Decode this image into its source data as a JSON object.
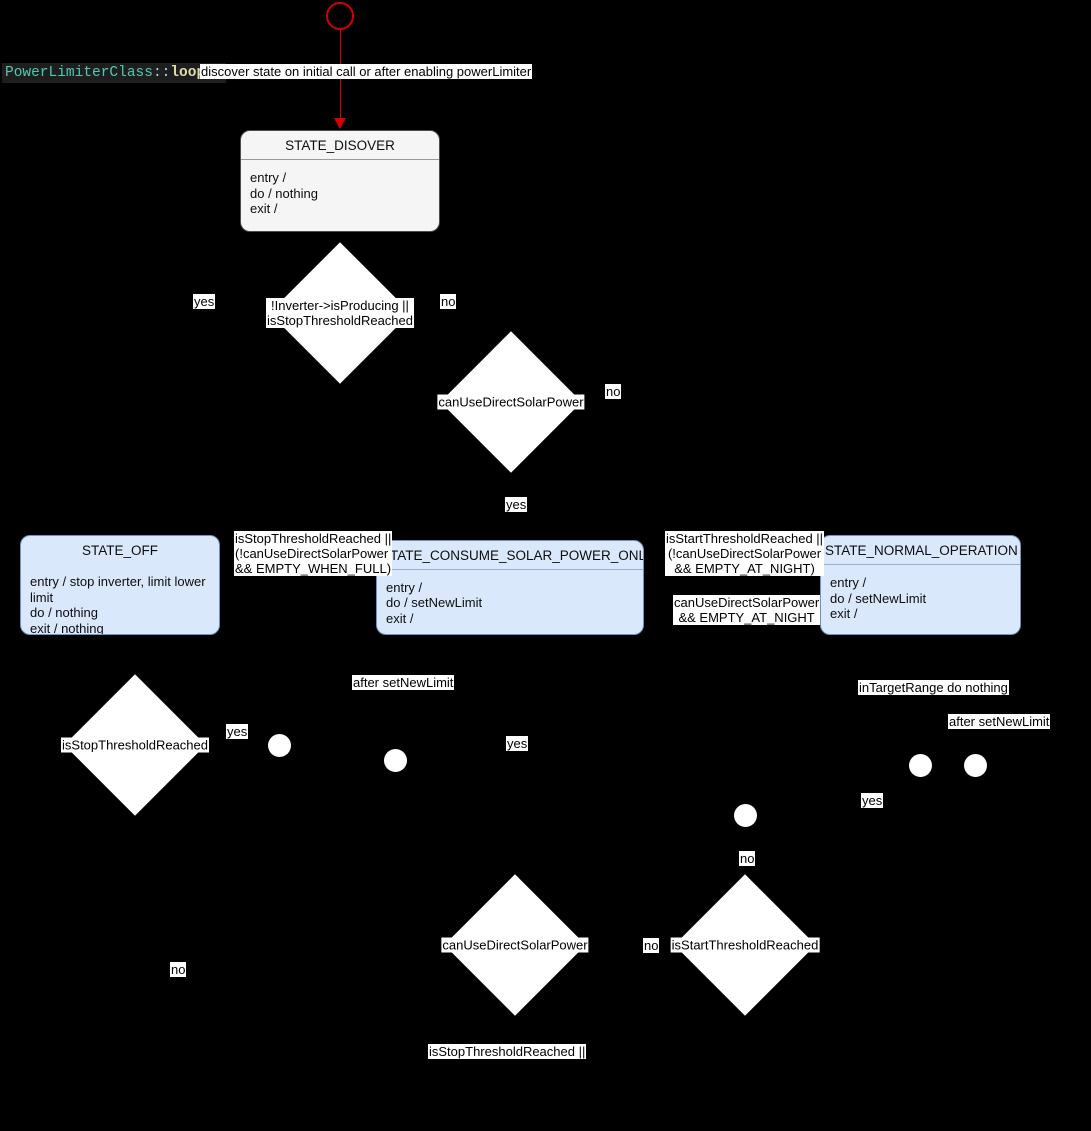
{
  "diagram": {
    "title_code": {
      "class_name": "PowerLimiterClass",
      "scope_operator": "::",
      "function_name": "loop()"
    },
    "colors": {
      "background": "#000000",
      "state_fill": "#dae8fc",
      "state_border": "#7191c0",
      "discover_fill": "#f5f5f5",
      "discover_border": "#4d4d4d",
      "decision_fill": "#ffffff",
      "arrow": "#d40000",
      "label_bg": "#ffffff",
      "class_token": "#4ec9b0",
      "operator_token": "#9cdcfe",
      "function_token": "#dcdcaa"
    },
    "start_transition_label": "discover state on initial call or after enabling powerLimiter",
    "states": [
      {
        "id": "discover",
        "name": "STATE_DISOVER",
        "actions": "entry /\ndo / nothing\nexit /"
      },
      {
        "id": "off",
        "name": "STATE_OFF",
        "actions": "entry / stop inverter, limit lower limit\ndo / nothing\nexit / nothing"
      },
      {
        "id": "consume_solar",
        "name": "STATE_CONSUME_SOLAR_POWER_ONLY",
        "actions": "entry /\ndo / setNewLimit\nexit /"
      },
      {
        "id": "normal",
        "name": "STATE_NORMAL_OPERATION",
        "actions": "entry /\ndo / setNewLimit\nexit /"
      }
    ],
    "decisions": [
      {
        "id": "d1",
        "label": "!Inverter->isProducing ||\nisStopThresholdReached"
      },
      {
        "id": "d2",
        "label": "canUseDirectSolarPower"
      },
      {
        "id": "d3",
        "label": "isStopThresholdReached"
      },
      {
        "id": "d4",
        "label": "canUseDirectSolarPower"
      },
      {
        "id": "d5",
        "label": "isStartThresholdReached"
      }
    ],
    "edge_labels": [
      {
        "id": "e_yes_1",
        "text": "yes"
      },
      {
        "id": "e_no_1",
        "text": "no"
      },
      {
        "id": "e_no_2",
        "text": "no"
      },
      {
        "id": "e_yes_2",
        "text": "yes"
      },
      {
        "id": "e_guard_off_to_consume",
        "text": "isStopThresholdReached ||\n(!canUseDirectSolarPower\n&& EMPTY_WHEN_FULL)"
      },
      {
        "id": "e_guard_start",
        "text": "isStartThresholdReached ||\n(!canUseDirectSolarPower\n&& EMPTY_AT_NIGHT)"
      },
      {
        "id": "e_guard_night",
        "text": "canUseDirectSolarPower\n&& EMPTY_AT_NIGHT"
      },
      {
        "id": "e_after_setnewlimit_1",
        "text": "after setNewLimit"
      },
      {
        "id": "e_after_setnewlimit_2",
        "text": "after setNewLimit"
      },
      {
        "id": "e_in_target_range",
        "text": "inTargetRange do nothing"
      },
      {
        "id": "e_yes_3",
        "text": "yes"
      },
      {
        "id": "e_yes_4",
        "text": "yes"
      },
      {
        "id": "e_yes_5",
        "text": "yes"
      },
      {
        "id": "e_no_3",
        "text": "no"
      },
      {
        "id": "e_no_4",
        "text": "no"
      },
      {
        "id": "e_no_5",
        "text": "no"
      },
      {
        "id": "e_bottom_guard",
        "text": "isStopThresholdReached ||"
      }
    ]
  }
}
